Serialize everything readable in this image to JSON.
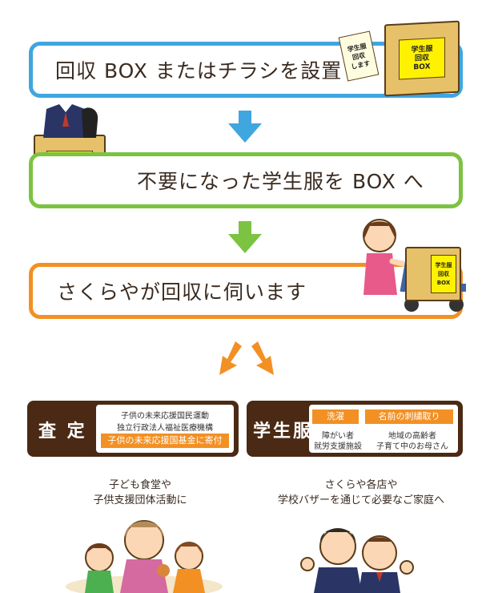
{
  "steps": {
    "step1": "回収 BOX またはチラシを設置",
    "step2": "不要になった学生服を BOX へ",
    "step3": "さくらやが回収に伺います"
  },
  "box_label": "学生服\n回収\nBOX",
  "flyer_label": "学生服\n回収\nします",
  "cart_box_label": "学生服\n回収\nBOX",
  "satei": {
    "title": "査 定",
    "line1": "子供の未来応援国民運動",
    "line2": "独立行政法人福祉医療機構",
    "tag": "子供の未来応援国基金に寄付"
  },
  "gakuseifuku": {
    "title": "学生服",
    "tag1": "洗濯",
    "tag2": "名前の刺繍取り",
    "sub1a": "障がい者",
    "sub1b": "就労支援施設",
    "sub2a": "地域の高齢者",
    "sub2b": "子育て中のお母さん"
  },
  "dest_left": {
    "line1": "子ども食堂や",
    "line2": "子供支援団体活動に"
  },
  "dest_right": {
    "line1": "さくらや各店や",
    "line2": "学校バザーを通じて必要なご家庭へ"
  },
  "colors": {
    "blue": "#3fa6e0",
    "green": "#7cc341",
    "orange": "#f29024",
    "brown": "#4a2a14"
  }
}
